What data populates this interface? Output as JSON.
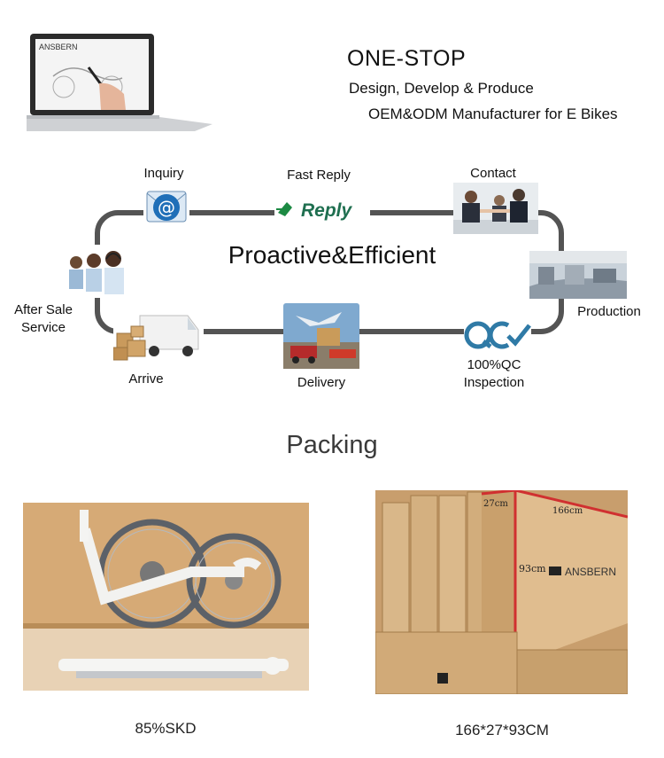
{
  "header": {
    "brand": "ANSBERN",
    "title": "ONE-STOP",
    "line1": "Design, Develop & Produce",
    "line2": "OEM&ODM Manufacturer for E Bikes"
  },
  "flow": {
    "center": "Proactive&Efficient",
    "reply_logo": "Reply",
    "steps": {
      "inquiry": "Inquiry",
      "fast_reply": "Fast Reply",
      "contact": "Contact",
      "production": "Production",
      "qc": "100%QC",
      "inspection": "Inspection",
      "delivery": "Delivery",
      "arrive": "Arrive",
      "after_sale": "After Sale",
      "service": "Service"
    }
  },
  "packing": {
    "title": "Packing",
    "left_caption": "85%SKD",
    "right_caption": "166*27*93CM",
    "box_label_27": "27cm",
    "box_label_166": "166cm",
    "box_label_93": "93cm",
    "box_brand": "ANSBERN"
  },
  "icons": [
    "laptop-icon",
    "email-at-icon",
    "reply-logo-icon",
    "handshake-icon",
    "factory-icon",
    "qc-check-icon",
    "delivery-icon",
    "van-icon",
    "call-center-icon"
  ]
}
